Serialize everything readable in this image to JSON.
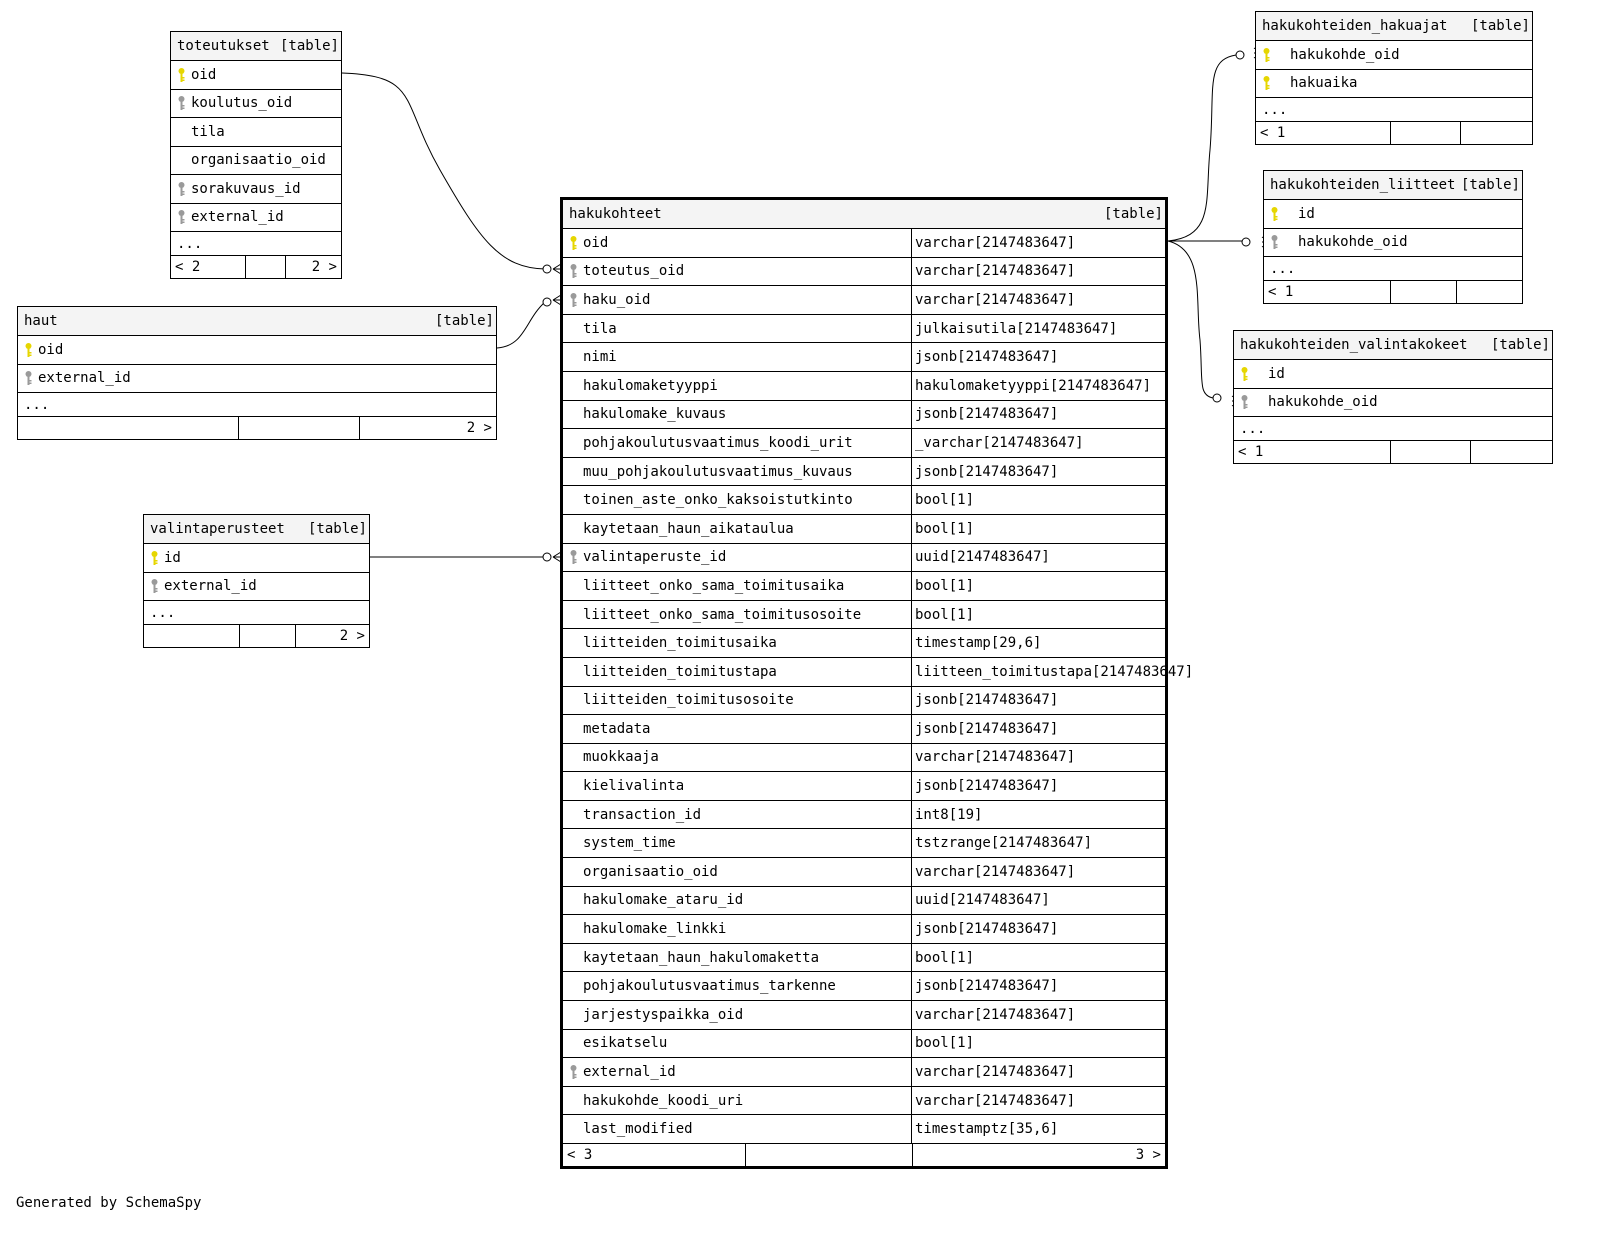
{
  "colors": {
    "primary_key": "#e6d600",
    "foreign_key": "#9a9a9a",
    "header_bg": "#f4f4f4"
  },
  "footer": {
    "generated": "Generated by SchemaSpy"
  },
  "tables": {
    "toteutukset": {
      "name": "toteutukset",
      "kind": "[table]",
      "columns": [
        {
          "name": "oid",
          "key": "pk"
        },
        {
          "name": "koulutus_oid",
          "key": "fk"
        },
        {
          "name": "tila",
          "key": ""
        },
        {
          "name": "organisaatio_oid",
          "key": ""
        },
        {
          "name": "sorakuvaus_id",
          "key": "fk"
        },
        {
          "name": "external_id",
          "key": "fk"
        }
      ],
      "more": "...",
      "foot": [
        "< 2",
        "",
        "2 >"
      ]
    },
    "haut": {
      "name": "haut",
      "kind": "[table]",
      "columns": [
        {
          "name": "oid",
          "key": "pk"
        },
        {
          "name": "external_id",
          "key": "fk"
        }
      ],
      "more": "...",
      "foot": [
        "",
        "",
        "2 >"
      ]
    },
    "valintaperusteet": {
      "name": "valintaperusteet",
      "kind": "[table]",
      "columns": [
        {
          "name": "id",
          "key": "pk"
        },
        {
          "name": "external_id",
          "key": "fk"
        }
      ],
      "more": "...",
      "foot": [
        "",
        "",
        "2 >"
      ]
    },
    "hakukohteet": {
      "name": "hakukohteet",
      "kind": "[table]",
      "columns": [
        {
          "name": "oid",
          "key": "pk",
          "type": "varchar[2147483647]"
        },
        {
          "name": "toteutus_oid",
          "key": "fk",
          "type": "varchar[2147483647]"
        },
        {
          "name": "haku_oid",
          "key": "fk",
          "type": "varchar[2147483647]"
        },
        {
          "name": "tila",
          "key": "",
          "type": "julkaisutila[2147483647]"
        },
        {
          "name": "nimi",
          "key": "",
          "type": "jsonb[2147483647]"
        },
        {
          "name": "hakulomaketyyppi",
          "key": "",
          "type": "hakulomaketyyppi[2147483647]"
        },
        {
          "name": "hakulomake_kuvaus",
          "key": "",
          "type": "jsonb[2147483647]"
        },
        {
          "name": "pohjakoulutusvaatimus_koodi_urit",
          "key": "",
          "type": "_varchar[2147483647]"
        },
        {
          "name": "muu_pohjakoulutusvaatimus_kuvaus",
          "key": "",
          "type": "jsonb[2147483647]"
        },
        {
          "name": "toinen_aste_onko_kaksoistutkinto",
          "key": "",
          "type": "bool[1]"
        },
        {
          "name": "kaytetaan_haun_aikataulua",
          "key": "",
          "type": "bool[1]"
        },
        {
          "name": "valintaperuste_id",
          "key": "fk",
          "type": "uuid[2147483647]"
        },
        {
          "name": "liitteet_onko_sama_toimitusaika",
          "key": "",
          "type": "bool[1]"
        },
        {
          "name": "liitteet_onko_sama_toimitusosoite",
          "key": "",
          "type": "bool[1]"
        },
        {
          "name": "liitteiden_toimitusaika",
          "key": "",
          "type": "timestamp[29,6]"
        },
        {
          "name": "liitteiden_toimitustapa",
          "key": "",
          "type": "liitteen_toimitustapa[2147483647]"
        },
        {
          "name": "liitteiden_toimitusosoite",
          "key": "",
          "type": "jsonb[2147483647]"
        },
        {
          "name": "metadata",
          "key": "",
          "type": "jsonb[2147483647]"
        },
        {
          "name": "muokkaaja",
          "key": "",
          "type": "varchar[2147483647]"
        },
        {
          "name": "kielivalinta",
          "key": "",
          "type": "jsonb[2147483647]"
        },
        {
          "name": "transaction_id",
          "key": "",
          "type": "int8[19]"
        },
        {
          "name": "system_time",
          "key": "",
          "type": "tstzrange[2147483647]"
        },
        {
          "name": "organisaatio_oid",
          "key": "",
          "type": "varchar[2147483647]"
        },
        {
          "name": "hakulomake_ataru_id",
          "key": "",
          "type": "uuid[2147483647]"
        },
        {
          "name": "hakulomake_linkki",
          "key": "",
          "type": "jsonb[2147483647]"
        },
        {
          "name": "kaytetaan_haun_hakulomaketta",
          "key": "",
          "type": "bool[1]"
        },
        {
          "name": "pohjakoulutusvaatimus_tarkenne",
          "key": "",
          "type": "jsonb[2147483647]"
        },
        {
          "name": "jarjestyspaikka_oid",
          "key": "",
          "type": "varchar[2147483647]"
        },
        {
          "name": "esikatselu",
          "key": "",
          "type": "bool[1]"
        },
        {
          "name": "external_id",
          "key": "fk",
          "type": "varchar[2147483647]"
        },
        {
          "name": "hakukohde_koodi_uri",
          "key": "",
          "type": "varchar[2147483647]"
        },
        {
          "name": "last_modified",
          "key": "",
          "type": "timestamptz[35,6]"
        }
      ],
      "foot": [
        "< 3",
        "",
        "3 >"
      ]
    },
    "hakukohteiden_hakuajat": {
      "name": "hakukohteiden_hakuajat",
      "kind": "[table]",
      "columns": [
        {
          "name": "hakukohde_oid",
          "key": "pk"
        },
        {
          "name": "hakuaika",
          "key": "pk"
        }
      ],
      "more": "...",
      "foot": [
        "< 1",
        "",
        ""
      ]
    },
    "hakukohteiden_liitteet": {
      "name": "hakukohteiden_liitteet",
      "kind": "[table]",
      "columns": [
        {
          "name": "id",
          "key": "pk"
        },
        {
          "name": "hakukohde_oid",
          "key": "fk"
        }
      ],
      "more": "...",
      "foot": [
        "< 1",
        "",
        ""
      ]
    },
    "hakukohteiden_valintakokeet": {
      "name": "hakukohteiden_valintakokeet",
      "kind": "[table]",
      "columns": [
        {
          "name": "id",
          "key": "pk"
        },
        {
          "name": "hakukohde_oid",
          "key": "fk"
        }
      ],
      "more": "...",
      "foot": [
        "< 1",
        "",
        ""
      ]
    }
  }
}
